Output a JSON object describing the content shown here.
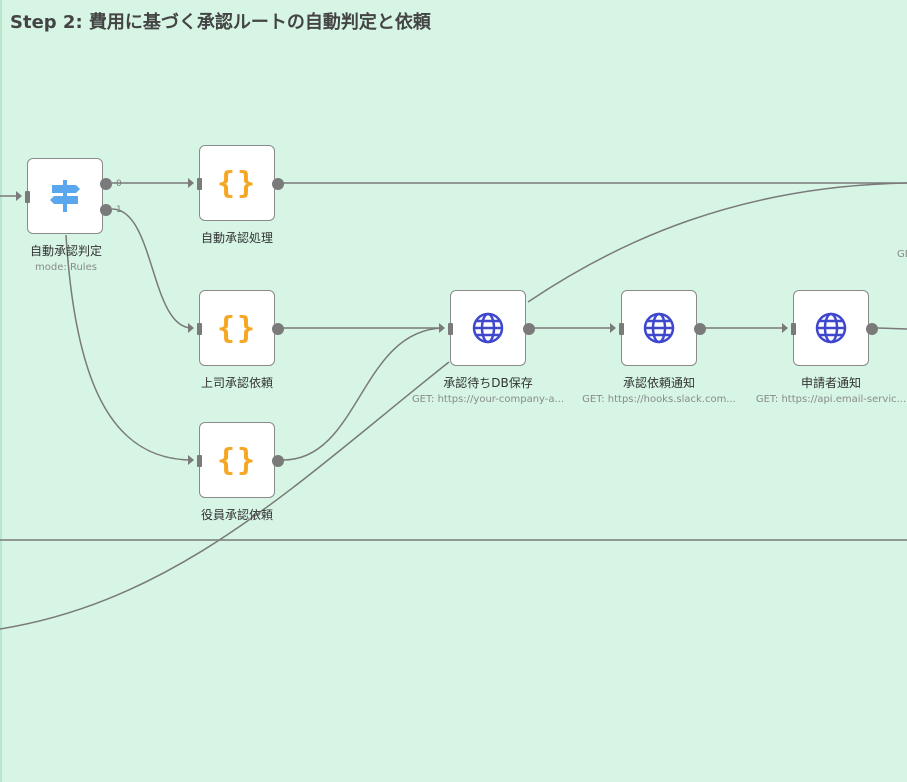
{
  "canvas": {
    "title": "Step 2: 費用に基づく承認ルートの自動判定と依頼",
    "colors": {
      "background": "#d6f5e5",
      "wire": "#7a7a7a",
      "code_icon": "#f5a623",
      "http_icon": "#3f48cc",
      "switch_icon": "#5aa7ee"
    }
  },
  "nodes": {
    "auto_judge": {
      "label": "自動承認判定",
      "subtitle": "mode: Rules",
      "icon": "signpost-icon",
      "outputs": [
        "0",
        "1"
      ]
    },
    "auto_process": {
      "label": "自動承認処理",
      "icon": "code-braces-icon",
      "glyph": "{}"
    },
    "manager_request": {
      "label": "上司承認依頼",
      "icon": "code-braces-icon",
      "glyph": "{}"
    },
    "executive_request": {
      "label": "役員承認依頼",
      "icon": "code-braces-icon",
      "glyph": "{}"
    },
    "db_save": {
      "label": "承認待ちDB保存",
      "subtitle": "GET: https://your-company-a...",
      "icon": "globe-icon"
    },
    "request_notice": {
      "label": "承認依頼通知",
      "subtitle": "GET: https://hooks.slack.com...",
      "icon": "globe-icon"
    },
    "applicant_notice": {
      "label": "申請者通知",
      "subtitle": "GET: https://api.email-servic...",
      "icon": "globe-icon"
    }
  },
  "edge_fragment": "GE"
}
